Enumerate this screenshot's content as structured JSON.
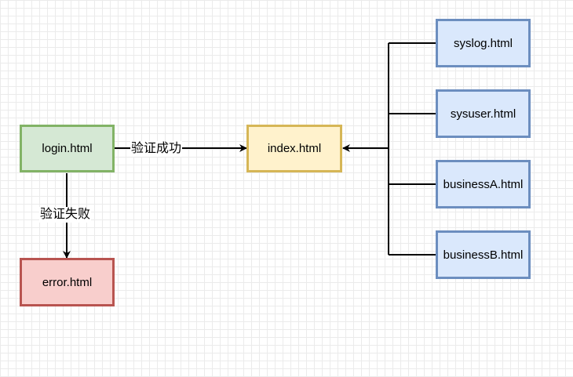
{
  "nodes": {
    "login": "login.html",
    "error": "error.html",
    "index": "index.html",
    "syslog": "syslog.html",
    "sysuser": "sysuser.html",
    "businessA": "businessA.html",
    "businessB": "businessB.html"
  },
  "edges": {
    "success_label": "验证成功",
    "fail_label": "验证失败"
  },
  "colors": {
    "green_fill": "#d5e8d4",
    "green_stroke": "#82b366",
    "red_fill": "#f8cecc",
    "red_stroke": "#b85450",
    "yellow_fill": "#fff2cc",
    "yellow_stroke": "#d6b656",
    "blue_fill": "#dae8fc",
    "blue_stroke": "#6c8ebf",
    "edge": "#000000"
  }
}
